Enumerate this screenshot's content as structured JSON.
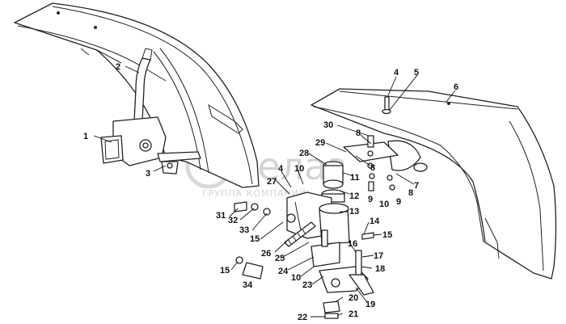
{
  "watermark": {
    "brand": "белаз",
    "subtitle": "ГРУППА КОМПАНИЙ"
  },
  "callouts": [
    {
      "num": "1"
    },
    {
      "num": "2"
    },
    {
      "num": "3"
    },
    {
      "num": "4"
    },
    {
      "num": "5"
    },
    {
      "num": "6"
    },
    {
      "num": "30"
    },
    {
      "num": "8"
    },
    {
      "num": "29"
    },
    {
      "num": "28"
    },
    {
      "num": "11"
    },
    {
      "num": "8"
    },
    {
      "num": "7"
    },
    {
      "num": "4"
    },
    {
      "num": "10"
    },
    {
      "num": "27"
    },
    {
      "num": "12"
    },
    {
      "num": "9"
    },
    {
      "num": "10"
    },
    {
      "num": "8"
    },
    {
      "num": "9"
    },
    {
      "num": "31"
    },
    {
      "num": "32"
    },
    {
      "num": "33"
    },
    {
      "num": "13"
    },
    {
      "num": "14"
    },
    {
      "num": "15"
    },
    {
      "num": "15"
    },
    {
      "num": "26"
    },
    {
      "num": "16"
    },
    {
      "num": "25"
    },
    {
      "num": "17"
    },
    {
      "num": "24"
    },
    {
      "num": "10"
    },
    {
      "num": "18"
    },
    {
      "num": "15"
    },
    {
      "num": "23"
    },
    {
      "num": "34"
    },
    {
      "num": "19"
    },
    {
      "num": "20"
    },
    {
      "num": "21"
    },
    {
      "num": "22"
    }
  ]
}
